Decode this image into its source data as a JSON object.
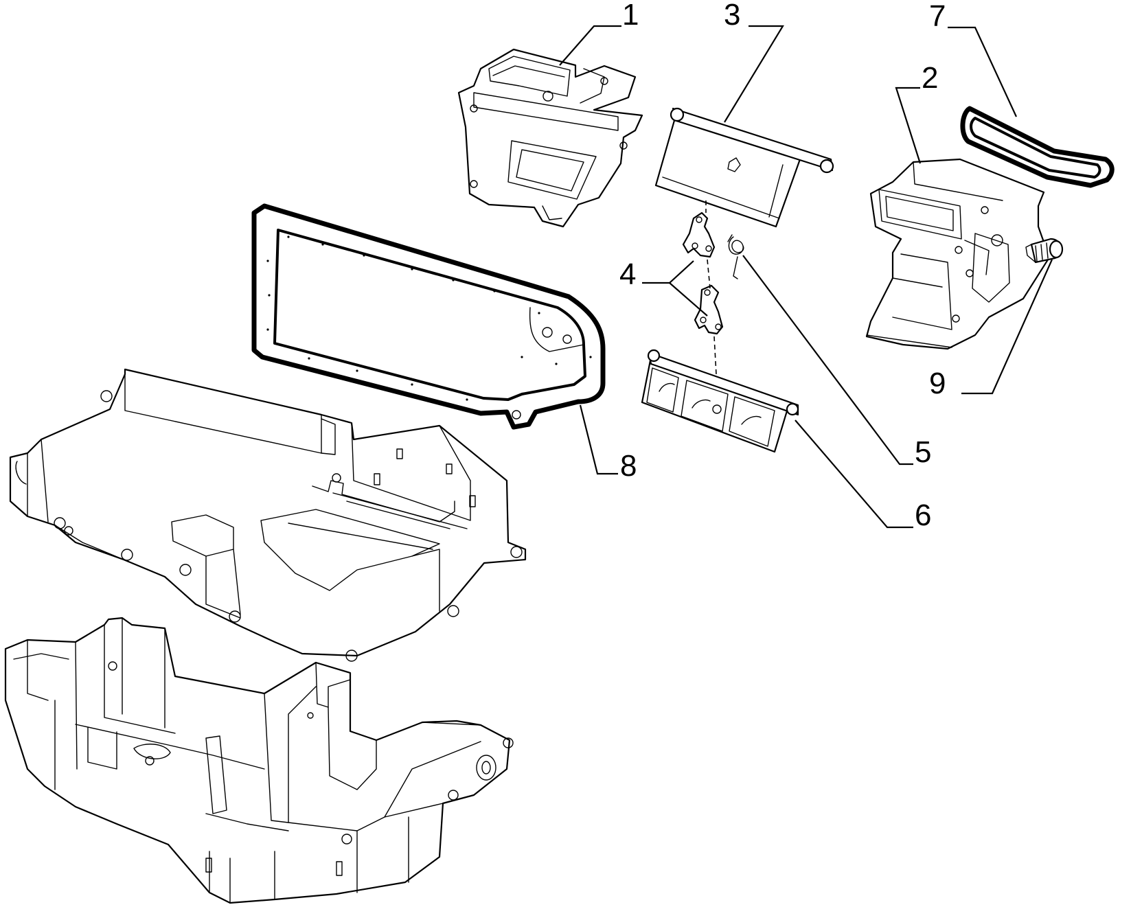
{
  "diagram": {
    "callouts": [
      {
        "id": "1",
        "label": "1"
      },
      {
        "id": "2",
        "label": "2"
      },
      {
        "id": "3",
        "label": "3"
      },
      {
        "id": "4",
        "label": "4"
      },
      {
        "id": "5",
        "label": "5"
      },
      {
        "id": "6",
        "label": "6"
      },
      {
        "id": "7",
        "label": "7"
      },
      {
        "id": "8",
        "label": "8"
      },
      {
        "id": "9",
        "label": "9"
      }
    ],
    "parts": [
      "air-duct-housing",
      "side-duct-housing",
      "upper-flap",
      "flap-levers",
      "spring",
      "lower-flap",
      "duct-seal",
      "frame-gasket",
      "screw",
      "upper-case-half",
      "lower-case-half"
    ]
  }
}
